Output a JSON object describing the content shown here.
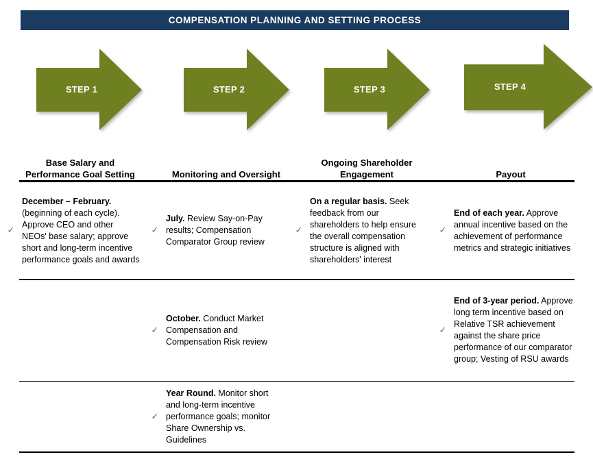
{
  "title": "COMPENSATION PLANNING AND SETTING PROCESS",
  "colors": {
    "title_bar_navy": "#1B3B61",
    "arrow_olive_green": "#6F8021",
    "check_green": "#5E7E1E",
    "text_black": "#000000"
  },
  "glyphs": {
    "check": "✓"
  },
  "steps": [
    {
      "label": "STEP 1"
    },
    {
      "label": "STEP 2"
    },
    {
      "label": "STEP 3"
    },
    {
      "label": "STEP 4"
    }
  ],
  "columns": [
    {
      "header": [
        "Base Salary and",
        "Performance Goal Setting"
      ]
    },
    {
      "header": [
        "Monitoring and Oversight"
      ]
    },
    {
      "header": [
        "Ongoing Shareholder",
        "Engagement"
      ]
    },
    {
      "header": [
        "Payout"
      ]
    }
  ],
  "rows": [
    {
      "cells": [
        {
          "bold": "December – February.",
          "text": "(beginning of each cycle). Approve CEO and other NEOs' base salary; approve short and long-term incentive performance goals and awards"
        },
        {
          "bold": "July.",
          "text": "Review Say-on-Pay results; Compensation Comparator Group review"
        },
        {
          "bold": "On a regular basis.",
          "text": "Seek feedback from our shareholders to help ensure the overall compensation structure is aligned with shareholders' interest"
        },
        {
          "bold": "End of each year.",
          "text": "Approve annual incentive based on the achievement of performance metrics and strategic initiatives"
        }
      ]
    },
    {
      "cells": [
        null,
        {
          "bold": "October.",
          "text": "Conduct Market Compensation and Compensation Risk review"
        },
        null,
        {
          "bold": "End of 3-year period.",
          "text": "Approve long term incentive based on Relative TSR achievement against the share price performance of our comparator group; Vesting of RSU awards"
        }
      ]
    },
    {
      "cells": [
        null,
        {
          "bold": "Year Round.",
          "text": "Monitor short and long-term incentive performance goals; monitor Share Ownership vs. Guidelines"
        },
        null,
        null
      ]
    }
  ]
}
